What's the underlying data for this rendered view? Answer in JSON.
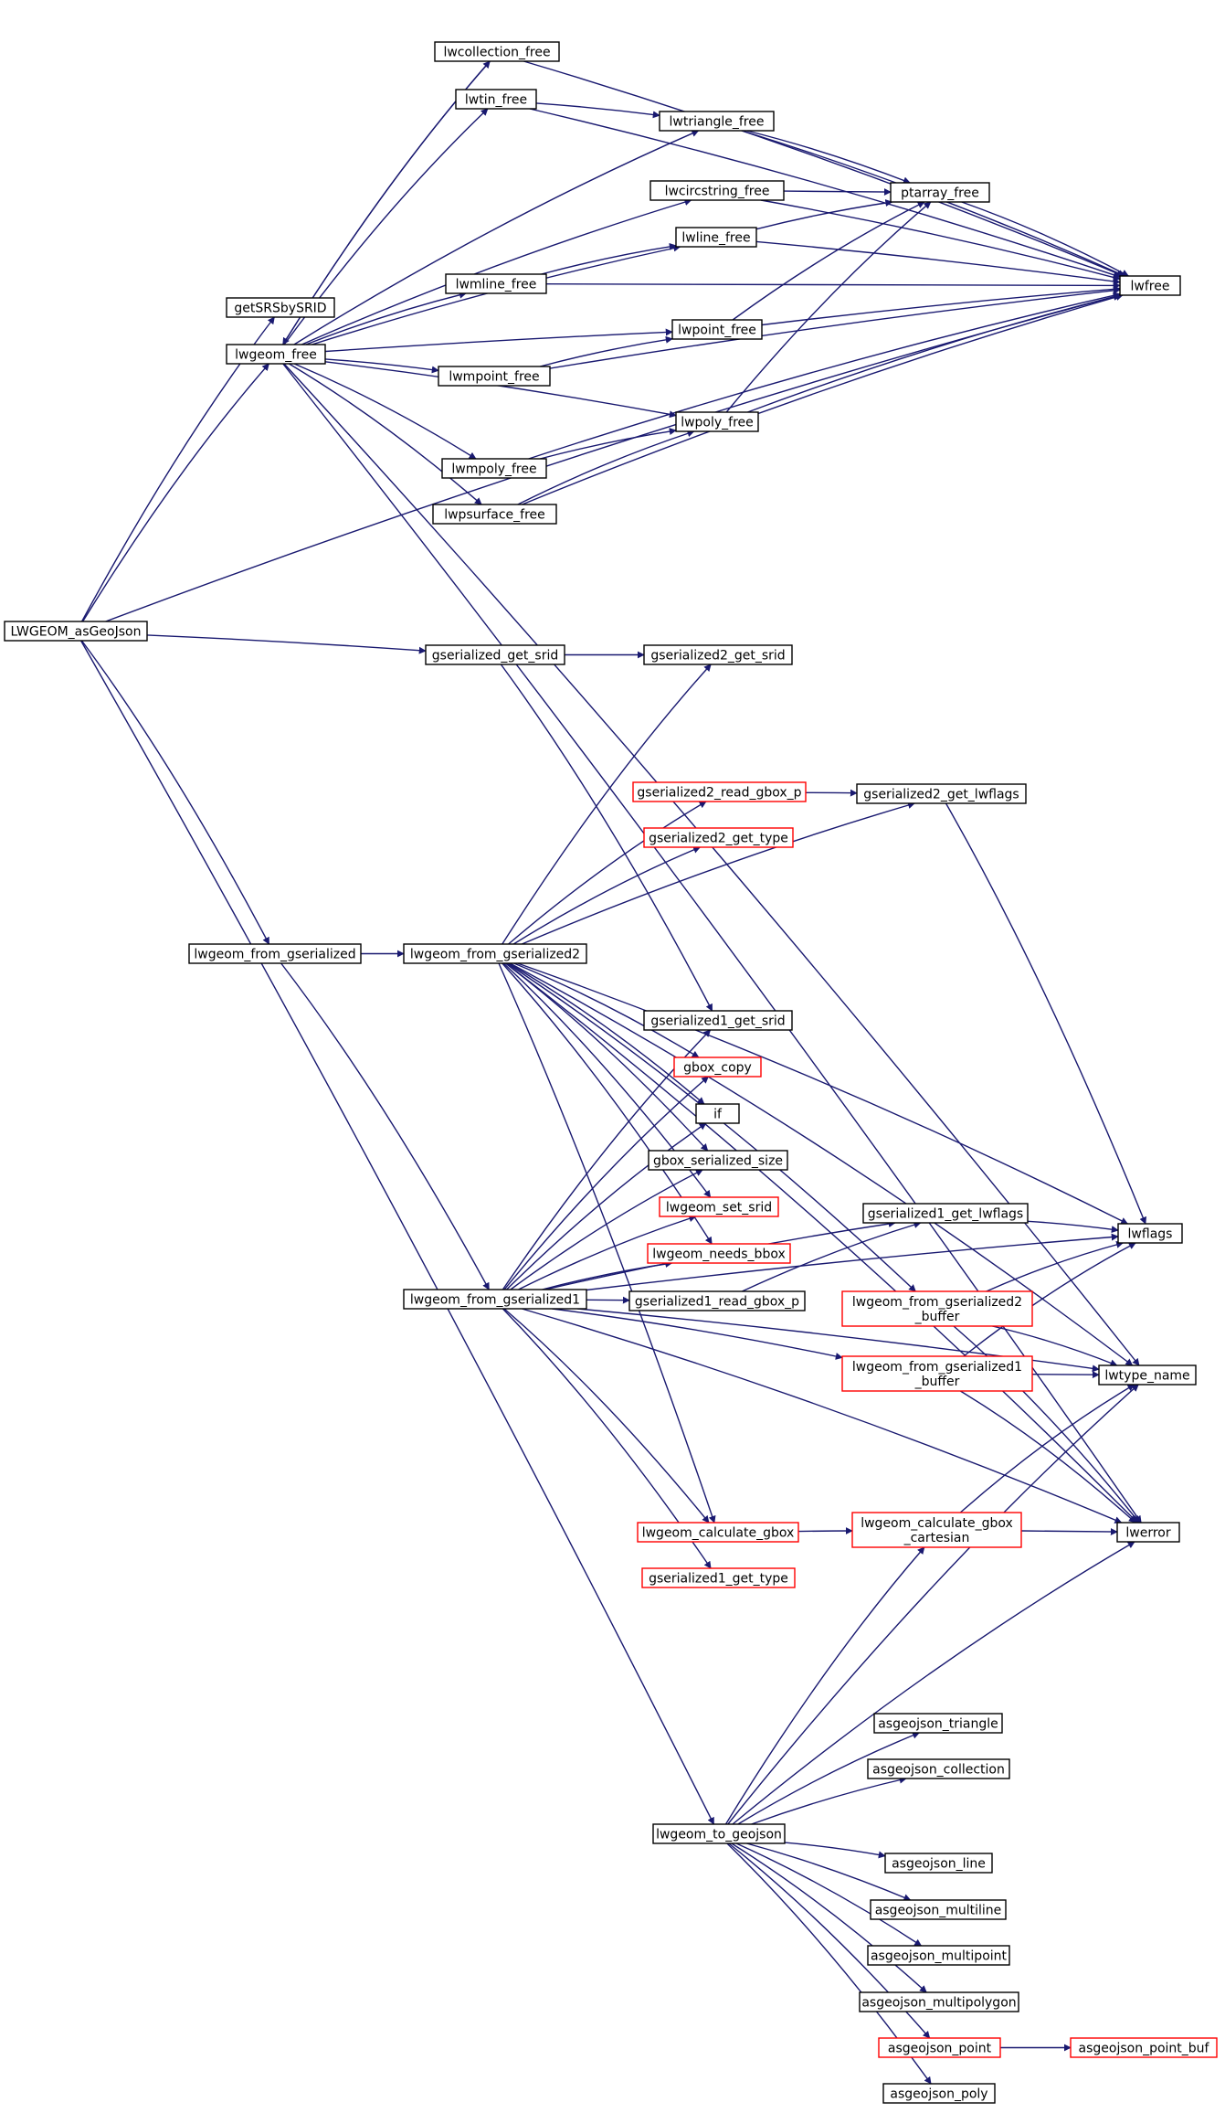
{
  "colors": {
    "edge": "#191970",
    "node_border": "#000000",
    "node_border_external": "#ff0000",
    "node_fill": "#ffffff",
    "root_fill": "#bfbfbf"
  },
  "nodes": [
    {
      "id": "root",
      "lines": [
        "LWGEOM_asGeoJson"
      ],
      "style": "root"
    },
    {
      "id": "getSRS",
      "lines": [
        "getSRSbySRID"
      ],
      "style": "normal"
    },
    {
      "id": "lwgeom_free",
      "lines": [
        "lwgeom_free"
      ],
      "style": "normal"
    },
    {
      "id": "lwcollection_free",
      "lines": [
        "lwcollection_free"
      ],
      "style": "normal"
    },
    {
      "id": "lwtin_free",
      "lines": [
        "lwtin_free"
      ],
      "style": "normal"
    },
    {
      "id": "lwtriangle_free",
      "lines": [
        "lwtriangle_free"
      ],
      "style": "normal"
    },
    {
      "id": "lwcircstring_free",
      "lines": [
        "lwcircstring_free"
      ],
      "style": "normal"
    },
    {
      "id": "ptarray_free",
      "lines": [
        "ptarray_free"
      ],
      "style": "normal"
    },
    {
      "id": "lwline_free",
      "lines": [
        "lwline_free"
      ],
      "style": "normal"
    },
    {
      "id": "lwmline_free",
      "lines": [
        "lwmline_free"
      ],
      "style": "normal"
    },
    {
      "id": "lwfree",
      "lines": [
        "lwfree"
      ],
      "style": "normal"
    },
    {
      "id": "lwpoint_free",
      "lines": [
        "lwpoint_free"
      ],
      "style": "normal"
    },
    {
      "id": "lwmpoint_free",
      "lines": [
        "lwmpoint_free"
      ],
      "style": "normal"
    },
    {
      "id": "lwpoly_free",
      "lines": [
        "lwpoly_free"
      ],
      "style": "normal"
    },
    {
      "id": "lwmpoly_free",
      "lines": [
        "lwmpoly_free"
      ],
      "style": "normal"
    },
    {
      "id": "lwpsurface_free",
      "lines": [
        "lwpsurface_free"
      ],
      "style": "normal"
    },
    {
      "id": "gser_get_srid",
      "lines": [
        "gserialized_get_srid"
      ],
      "style": "normal"
    },
    {
      "id": "gser2_get_srid",
      "lines": [
        "gserialized2_get_srid"
      ],
      "style": "normal"
    },
    {
      "id": "gser2_read_gbox",
      "lines": [
        "gserialized2_read_gbox_p"
      ],
      "style": "external"
    },
    {
      "id": "gser2_get_lwflags",
      "lines": [
        "gserialized2_get_lwflags"
      ],
      "style": "normal"
    },
    {
      "id": "gser2_get_type",
      "lines": [
        "gserialized2_get_type"
      ],
      "style": "external"
    },
    {
      "id": "lwgeom_from_gser",
      "lines": [
        "lwgeom_from_gserialized"
      ],
      "style": "normal"
    },
    {
      "id": "lwgeom_from_gser2",
      "lines": [
        "lwgeom_from_gserialized2"
      ],
      "style": "normal"
    },
    {
      "id": "gser1_get_srid",
      "lines": [
        "gserialized1_get_srid"
      ],
      "style": "normal"
    },
    {
      "id": "gbox_copy",
      "lines": [
        "gbox_copy"
      ],
      "style": "external"
    },
    {
      "id": "if",
      "lines": [
        "if"
      ],
      "style": "normal"
    },
    {
      "id": "gbox_ser_size",
      "lines": [
        "gbox_serialized_size"
      ],
      "style": "normal"
    },
    {
      "id": "lwgeom_set_srid",
      "lines": [
        "lwgeom_set_srid"
      ],
      "style": "external"
    },
    {
      "id": "gser1_get_lwflags",
      "lines": [
        "gserialized1_get_lwflags"
      ],
      "style": "normal"
    },
    {
      "id": "lwflags",
      "lines": [
        "lwflags"
      ],
      "style": "normal"
    },
    {
      "id": "lwgeom_needs_bbox",
      "lines": [
        "lwgeom_needs_bbox"
      ],
      "style": "external"
    },
    {
      "id": "lwgeom_from_gser1",
      "lines": [
        "lwgeom_from_gserialized1"
      ],
      "style": "normal"
    },
    {
      "id": "gser1_read_gbox",
      "lines": [
        "gserialized1_read_gbox_p"
      ],
      "style": "normal"
    },
    {
      "id": "lwgeom_from_gser2_buf",
      "lines": [
        "lwgeom_from_gserialized2",
        "_buffer"
      ],
      "style": "external"
    },
    {
      "id": "lwgeom_from_gser1_buf",
      "lines": [
        "lwgeom_from_gserialized1",
        "_buffer"
      ],
      "style": "external"
    },
    {
      "id": "lwtype_name",
      "lines": [
        "lwtype_name"
      ],
      "style": "normal"
    },
    {
      "id": "lwgeom_calc_gbox",
      "lines": [
        "lwgeom_calculate_gbox"
      ],
      "style": "external"
    },
    {
      "id": "lwgeom_calc_gbox_cart",
      "lines": [
        "lwgeom_calculate_gbox",
        "_cartesian"
      ],
      "style": "external"
    },
    {
      "id": "lwerror",
      "lines": [
        "lwerror"
      ],
      "style": "normal"
    },
    {
      "id": "gser1_get_type",
      "lines": [
        "gserialized1_get_type"
      ],
      "style": "external"
    },
    {
      "id": "asgeojson_triangle",
      "lines": [
        "asgeojson_triangle"
      ],
      "style": "normal"
    },
    {
      "id": "asgeojson_collection",
      "lines": [
        "asgeojson_collection"
      ],
      "style": "normal"
    },
    {
      "id": "lwgeom_to_geojson",
      "lines": [
        "lwgeom_to_geojson"
      ],
      "style": "normal"
    },
    {
      "id": "asgeojson_line",
      "lines": [
        "asgeojson_line"
      ],
      "style": "normal"
    },
    {
      "id": "asgeojson_multiline",
      "lines": [
        "asgeojson_multiline"
      ],
      "style": "normal"
    },
    {
      "id": "asgeojson_multipoint",
      "lines": [
        "asgeojson_multipoint"
      ],
      "style": "normal"
    },
    {
      "id": "asgeojson_multipolygon",
      "lines": [
        "asgeojson_multipolygon"
      ],
      "style": "normal"
    },
    {
      "id": "asgeojson_point",
      "lines": [
        "asgeojson_point"
      ],
      "style": "external"
    },
    {
      "id": "asgeojson_point_buf",
      "lines": [
        "asgeojson_point_buf"
      ],
      "style": "external"
    },
    {
      "id": "asgeojson_poly",
      "lines": [
        "asgeojson_poly"
      ],
      "style": "normal"
    }
  ],
  "edges": [
    [
      "root",
      "getSRS"
    ],
    [
      "root",
      "lwgeom_free"
    ],
    [
      "root",
      "lwfree"
    ],
    [
      "root",
      "gser_get_srid"
    ],
    [
      "root",
      "lwgeom_from_gser"
    ],
    [
      "root",
      "lwgeom_to_geojson"
    ],
    [
      "lwgeom_free",
      "lwcollection_free"
    ],
    [
      "lwgeom_free",
      "lwtin_free"
    ],
    [
      "lwgeom_free",
      "lwtriangle_free"
    ],
    [
      "lwgeom_free",
      "lwcircstring_free"
    ],
    [
      "lwgeom_free",
      "lwline_free"
    ],
    [
      "lwgeom_free",
      "lwmline_free"
    ],
    [
      "lwgeom_free",
      "lwpoint_free"
    ],
    [
      "lwgeom_free",
      "lwmpoint_free"
    ],
    [
      "lwgeom_free",
      "lwpoly_free"
    ],
    [
      "lwgeom_free",
      "lwmpoly_free"
    ],
    [
      "lwgeom_free",
      "lwpsurface_free"
    ],
    [
      "lwgeom_free",
      "lwtype_name"
    ],
    [
      "lwgeom_free",
      "lwerror"
    ],
    [
      "lwcollection_free",
      "lwgeom_free"
    ],
    [
      "lwcollection_free",
      "lwfree"
    ],
    [
      "lwtin_free",
      "lwtriangle_free"
    ],
    [
      "lwtin_free",
      "lwfree"
    ],
    [
      "lwtriangle_free",
      "ptarray_free"
    ],
    [
      "lwtriangle_free",
      "lwfree"
    ],
    [
      "lwcircstring_free",
      "ptarray_free"
    ],
    [
      "lwcircstring_free",
      "lwfree"
    ],
    [
      "ptarray_free",
      "lwfree"
    ],
    [
      "lwline_free",
      "ptarray_free"
    ],
    [
      "lwline_free",
      "lwfree"
    ],
    [
      "lwmline_free",
      "lwline_free"
    ],
    [
      "lwmline_free",
      "lwfree"
    ],
    [
      "lwpoint_free",
      "ptarray_free"
    ],
    [
      "lwpoint_free",
      "lwfree"
    ],
    [
      "lwmpoint_free",
      "lwpoint_free"
    ],
    [
      "lwmpoint_free",
      "lwfree"
    ],
    [
      "lwpoly_free",
      "ptarray_free"
    ],
    [
      "lwpoly_free",
      "lwfree"
    ],
    [
      "lwmpoly_free",
      "lwpoly_free"
    ],
    [
      "lwmpoly_free",
      "lwfree"
    ],
    [
      "lwpsurface_free",
      "lwpoly_free"
    ],
    [
      "lwpsurface_free",
      "lwfree"
    ],
    [
      "gser_get_srid",
      "gser2_get_srid"
    ],
    [
      "gser_get_srid",
      "gser1_get_srid"
    ],
    [
      "lwgeom_from_gser",
      "lwgeom_from_gser2"
    ],
    [
      "lwgeom_from_gser",
      "lwgeom_from_gser1"
    ],
    [
      "lwgeom_from_gser2",
      "gser2_get_srid"
    ],
    [
      "lwgeom_from_gser2",
      "gser2_read_gbox"
    ],
    [
      "lwgeom_from_gser2",
      "gser2_get_lwflags"
    ],
    [
      "lwgeom_from_gser2",
      "gser2_get_type"
    ],
    [
      "lwgeom_from_gser2",
      "lwflags"
    ],
    [
      "lwgeom_from_gser2",
      "lwtype_name"
    ],
    [
      "lwgeom_from_gser2",
      "gbox_copy"
    ],
    [
      "lwgeom_from_gser2",
      "if"
    ],
    [
      "lwgeom_from_gser2",
      "gbox_ser_size"
    ],
    [
      "lwgeom_from_gser2",
      "lwgeom_set_srid"
    ],
    [
      "lwgeom_from_gser2",
      "lwgeom_needs_bbox"
    ],
    [
      "lwgeom_from_gser2",
      "lwgeom_from_gser2_buf"
    ],
    [
      "lwgeom_from_gser2",
      "lwgeom_calc_gbox"
    ],
    [
      "lwgeom_from_gser2",
      "lwerror"
    ],
    [
      "gser2_read_gbox",
      "gser2_get_lwflags"
    ],
    [
      "gser2_get_lwflags",
      "lwflags"
    ],
    [
      "lwgeom_from_gser1",
      "gser1_get_srid"
    ],
    [
      "lwgeom_from_gser1",
      "gbox_copy"
    ],
    [
      "lwgeom_from_gser1",
      "if"
    ],
    [
      "lwgeom_from_gser1",
      "gbox_ser_size"
    ],
    [
      "lwgeom_from_gser1",
      "lwgeom_set_srid"
    ],
    [
      "lwgeom_from_gser1",
      "lwgeom_needs_bbox"
    ],
    [
      "lwgeom_from_gser1",
      "gser1_read_gbox"
    ],
    [
      "lwgeom_from_gser1",
      "gser1_get_lwflags"
    ],
    [
      "lwgeom_from_gser1",
      "lwflags"
    ],
    [
      "lwgeom_from_gser1",
      "lwgeom_from_gser1_buf"
    ],
    [
      "lwgeom_from_gser1",
      "lwtype_name"
    ],
    [
      "lwgeom_from_gser1",
      "lwgeom_calc_gbox"
    ],
    [
      "lwgeom_from_gser1",
      "gser1_get_type"
    ],
    [
      "lwgeom_from_gser1",
      "lwerror"
    ],
    [
      "gser1_read_gbox",
      "gser1_get_lwflags"
    ],
    [
      "gser1_get_lwflags",
      "lwflags"
    ],
    [
      "lwgeom_from_gser2_buf",
      "lwflags"
    ],
    [
      "lwgeom_from_gser2_buf",
      "lwtype_name"
    ],
    [
      "lwgeom_from_gser2_buf",
      "lwerror"
    ],
    [
      "lwgeom_from_gser1_buf",
      "lwflags"
    ],
    [
      "lwgeom_from_gser1_buf",
      "lwtype_name"
    ],
    [
      "lwgeom_from_gser1_buf",
      "lwerror"
    ],
    [
      "lwgeom_calc_gbox",
      "lwgeom_calc_gbox_cart"
    ],
    [
      "lwgeom_calc_gbox_cart",
      "lwtype_name"
    ],
    [
      "lwgeom_calc_gbox_cart",
      "lwerror"
    ],
    [
      "lwgeom_to_geojson",
      "lwgeom_calc_gbox_cart"
    ],
    [
      "lwgeom_to_geojson",
      "lwtype_name"
    ],
    [
      "lwgeom_to_geojson",
      "lwerror"
    ],
    [
      "lwgeom_to_geojson",
      "asgeojson_triangle"
    ],
    [
      "lwgeom_to_geojson",
      "asgeojson_collection"
    ],
    [
      "lwgeom_to_geojson",
      "asgeojson_line"
    ],
    [
      "lwgeom_to_geojson",
      "asgeojson_multiline"
    ],
    [
      "lwgeom_to_geojson",
      "asgeojson_multipoint"
    ],
    [
      "lwgeom_to_geojson",
      "asgeojson_multipolygon"
    ],
    [
      "lwgeom_to_geojson",
      "asgeojson_point"
    ],
    [
      "lwgeom_to_geojson",
      "asgeojson_poly"
    ],
    [
      "asgeojson_point",
      "asgeojson_point_buf"
    ]
  ]
}
